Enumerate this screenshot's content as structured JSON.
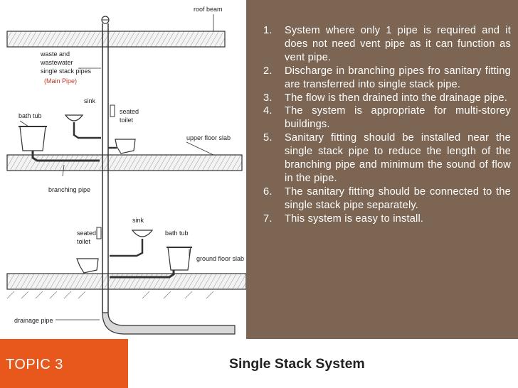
{
  "diagram": {
    "labels": {
      "roof_beam": "roof beam",
      "waste_1": "waste and",
      "waste_2": "wastewater",
      "waste_3": "single stack pipes",
      "main_pipe": "(Main Pipe)",
      "sink_upper": "sink",
      "bath_tub_upper": "bath tub",
      "seated_toilet_upper_1": "seated",
      "seated_toilet_upper_2": "toilet",
      "upper_floor_slab": "upper floor slab",
      "branching_pipe": "branching pipe",
      "sink_lower": "sink",
      "seated_toilet_lower_1": "seated",
      "seated_toilet_lower_2": "toilet",
      "bath_tub_lower": "bath tub",
      "ground_floor_slab": "ground floor slab",
      "drainage_pipe": "drainage pipe"
    }
  },
  "notes": {
    "items": [
      {
        "num": "1.",
        "text": "System where only 1 pipe is required and it does not need vent pipe as it can function as vent pipe."
      },
      {
        "num": "2.",
        "text": "Discharge in branching pipes fro sanitary fitting are transferred into single stack pipe."
      },
      {
        "num": "3.",
        "text": "The flow is then drained into the drainage pipe."
      },
      {
        "num": "4.",
        "text": "The system is appropriate for multi-storey buildings."
      },
      {
        "num": "5.",
        "text": "Sanitary fitting should be installed near the single stack pipe to reduce the length of the branching pipe and minimum the sound of flow in the pipe."
      },
      {
        "num": "6.",
        "text": "The sanitary fitting should be connected to the single stack pipe separately."
      },
      {
        "num": "7.",
        "text": "This system is easy to install."
      }
    ]
  },
  "footer": {
    "topic": "TOPIC 3",
    "title": "Single Stack System"
  },
  "colors": {
    "notes_bg": "#7c6552",
    "topic_bg": "#e8581c"
  }
}
